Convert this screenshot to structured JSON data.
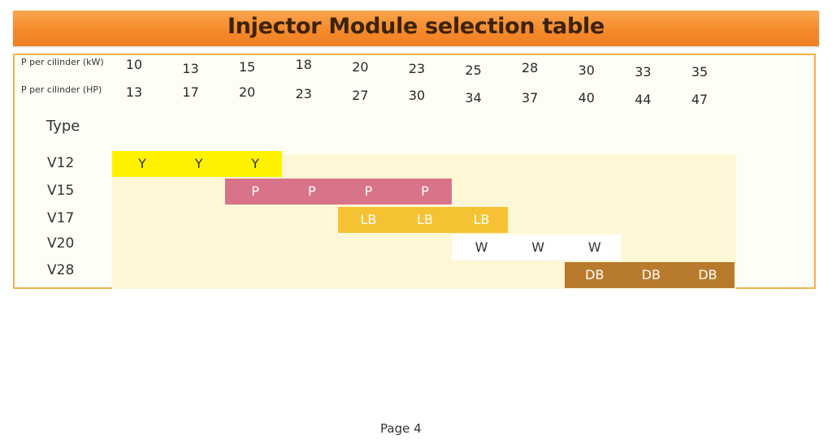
{
  "title": "Injector Module selection table",
  "kw_label": "P per cilinder (kW)",
  "hp_label": "P per cilinder (HP)",
  "kw_values": [
    "10",
    "13",
    "15",
    "18",
    "20",
    "23",
    "25",
    "28",
    "30",
    "33",
    "35"
  ],
  "hp_values": [
    "13",
    "17",
    "20",
    "23",
    "27",
    "30",
    "34",
    "37",
    "40",
    "44",
    "47"
  ],
  "type_label": "Type",
  "types": [
    {
      "name": "V12",
      "code": "Y",
      "start": 0,
      "end": 2,
      "color": "#fff200",
      "text_color": "#333333"
    },
    {
      "name": "V15",
      "code": "P",
      "start": 2,
      "end": 5,
      "color": "#d9738a",
      "text_color": "#ffffff"
    },
    {
      "name": "V17",
      "code": "LB",
      "start": 4,
      "end": 6,
      "color": "#f5c233",
      "text_color": "#ffffff"
    },
    {
      "name": "V20",
      "code": "W",
      "start": 6,
      "end": 8,
      "color": "#ffffff",
      "text_color": "#333333"
    },
    {
      "name": "V28",
      "code": "DB",
      "start": 8,
      "end": 10,
      "color": "#b87a2c",
      "text_color": "#ffffff"
    }
  ],
  "page_label": "Page 4"
}
